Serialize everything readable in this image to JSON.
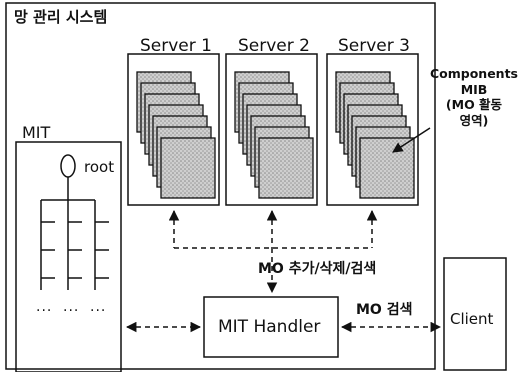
{
  "title": "망 관리 시스템",
  "servers": [
    "Server 1",
    "Server 2",
    "Server 3"
  ],
  "components_label": [
    "Components",
    "MIB",
    "(MO 활동",
    "영역)"
  ],
  "mit": {
    "label": "MIT",
    "root_label": "root",
    "ellipsis": [
      "...",
      "...",
      "..."
    ]
  },
  "handler_label": "MIT Handler",
  "client_label": "Client",
  "operations_label": "MO 추가/삭제/검색",
  "search_label": "MO 검색"
}
